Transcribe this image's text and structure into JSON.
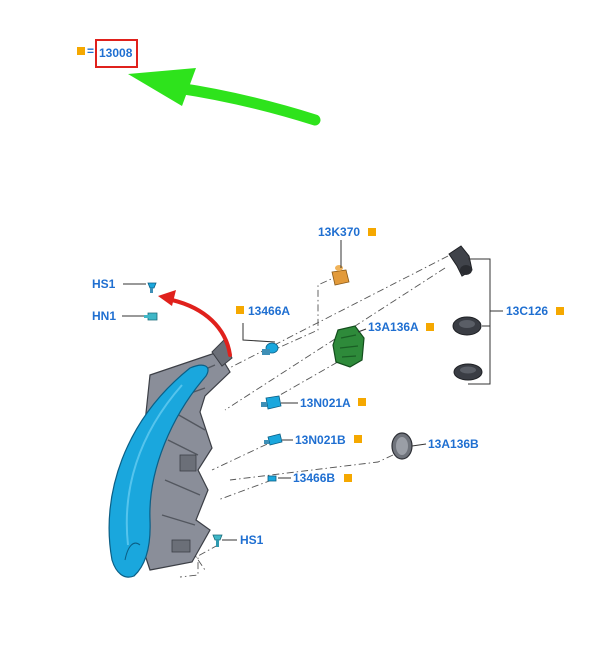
{
  "header": {
    "equals": "=",
    "main_part": "13008"
  },
  "colors": {
    "link": "#1f6fd1",
    "marker": "#f5a800",
    "highlight_box": "#e0211c",
    "arrow_green": "#2ee31c",
    "arrow_red": "#e0211c",
    "lamp_blue": "#1aa7dd",
    "housing_gray": "#8a8e99",
    "module_green": "#2e8a3a"
  },
  "labels": {
    "hs1_top": "HS1",
    "hn1": "HN1",
    "p13466a": "13466A",
    "p13k370": "13K370",
    "p13a136a": "13A136A",
    "p13c126": "13C126",
    "p13n021a": "13N021A",
    "p13n021b": "13N021B",
    "p13a136b": "13A136B",
    "p13466b": "13466B",
    "hs1_bottom": "HS1"
  }
}
